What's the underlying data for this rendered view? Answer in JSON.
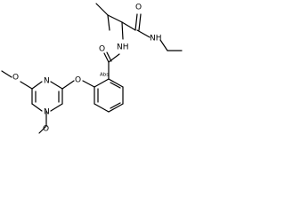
{
  "structure": {
    "atom_labels": {
      "carbonyl_top_O": "O",
      "amide_NH": "NH",
      "alpha_NH": "NH",
      "carbonyl_mid_O": "O",
      "ether_O": "O",
      "ring_N_1": "N",
      "ring_N_2": "N",
      "methoxy_O_top": "O",
      "methoxy_O_bottom": "O"
    },
    "stereo_label": "Abs"
  }
}
